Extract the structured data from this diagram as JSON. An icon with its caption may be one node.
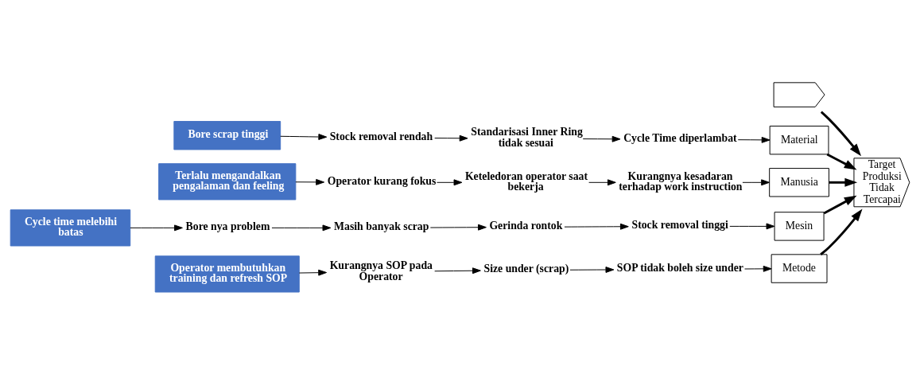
{
  "diagram": {
    "nodes": [
      {
        "text": [],
        "shape": "chevron"
      },
      {
        "text": [
          "Bore scrap tinggi"
        ]
      },
      {
        "text": [
          "Material"
        ]
      },
      {
        "text": [
          "Terlalu mengandalkan pengalaman dan feeling"
        ]
      },
      {
        "text": [
          "Manusia"
        ]
      },
      {
        "text": [
          "Stock removal rendah"
        ]
      },
      {
        "text": [
          "Operator kurang fokus"
        ]
      },
      {
        "text": [
          "Standarisasi Inner Ring tidak sesuai"
        ]
      },
      {
        "text": [
          "Keteledoran operator saat bekerja"
        ]
      },
      {
        "text": [
          "Cycle Time diperlambat"
        ]
      },
      {
        "text": [
          "Kurangnya kesadaran terhadap work instruction"
        ]
      },
      {
        "text": [
          "Target Produksi Tidak Tercapai"
        ]
      },
      {
        "text": [
          "Stock removal tinggi"
        ]
      },
      {
        "text": [
          "SOP tidak boleh size under"
        ]
      },
      {
        "text": [
          "Gerinda rontok"
        ]
      },
      {
        "text": [
          "Size under (scrap)"
        ]
      },
      {
        "text": [
          "Masih banyak scrap"
        ]
      },
      {
        "text": [
          "Kurangnya SOP pada Operator"
        ]
      },
      {
        "text": [
          "Bore nya problem"
        ]
      },
      {
        "text": [
          "Cycle time melebihi batas"
        ]
      },
      {
        "text": [
          "Operator membutuhkan training dan refresh SOP"
        ]
      },
      {
        "text": [
          "Mesin"
        ]
      },
      {
        "text": [
          "Metode"
        ]
      }
    ],
    "edges": [
      {
        "from": 0,
        "to": 11,
        "arrow": "to",
        "style": "thick"
      },
      {
        "from": 1,
        "to": 5,
        "arrow": "to"
      },
      {
        "from": 5,
        "to": 7,
        "arrow": "to"
      },
      {
        "from": 7,
        "to": 9,
        "arrow": "to"
      },
      {
        "from": 9,
        "to": 2,
        "arrow": "to"
      },
      {
        "from": 2,
        "to": 11,
        "arrow": "to",
        "style": "thick"
      },
      {
        "from": 3,
        "to": 6,
        "arrow": "to"
      },
      {
        "from": 6,
        "to": 8,
        "arrow": "to"
      },
      {
        "from": 8,
        "to": 10,
        "arrow": "to"
      },
      {
        "from": 10,
        "to": 4,
        "arrow": "to"
      },
      {
        "from": 4,
        "to": 11,
        "arrow": "to",
        "style": "thick"
      },
      {
        "from": 19,
        "to": 18,
        "arrow": "to"
      },
      {
        "from": 18,
        "to": 16,
        "arrow": "to"
      },
      {
        "from": 16,
        "to": 14,
        "arrow": "to"
      },
      {
        "from": 14,
        "to": 12,
        "arrow": "to"
      },
      {
        "from": 12,
        "to": 21,
        "arrow": "to"
      },
      {
        "from": 21,
        "to": 11,
        "arrow": "to",
        "style": "thick"
      },
      {
        "from": 20,
        "to": 17,
        "arrow": "to"
      },
      {
        "from": 17,
        "to": 15,
        "arrow": "to"
      },
      {
        "from": 15,
        "to": 13,
        "arrow": "to"
      },
      {
        "from": 13,
        "to": 22,
        "arrow": "to"
      },
      {
        "from": 22,
        "to": 11,
        "arrow": "to",
        "style": "thick"
      }
    ]
  }
}
